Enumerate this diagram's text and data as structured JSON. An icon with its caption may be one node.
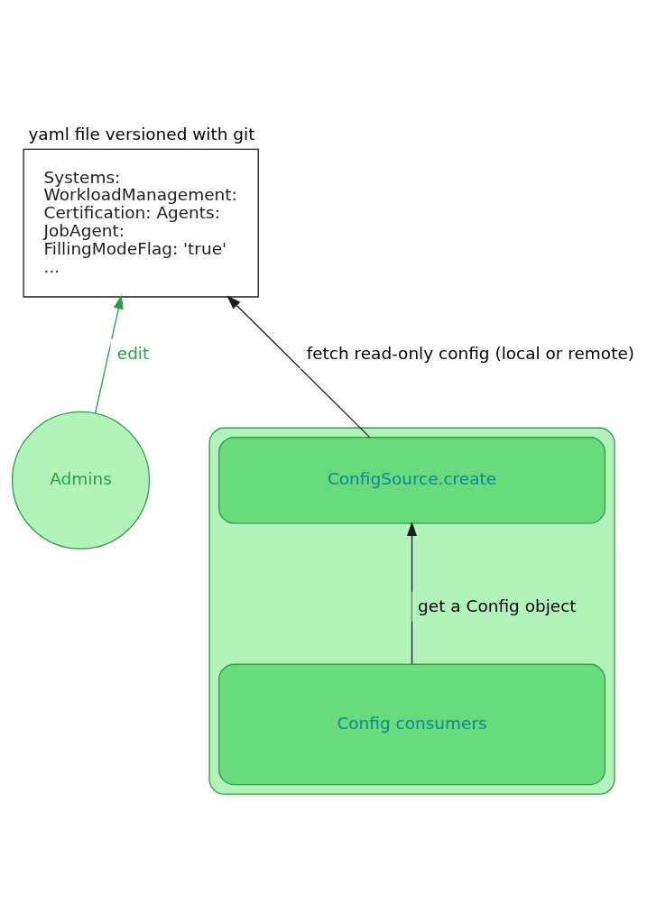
{
  "diagram": {
    "nodes": [
      {
        "text": [
          "yaml file versioned with git",
          "Systems: WorkloadManagement: Certification: Agents: JobAgent: FillingModeFlag: 'true' ..."
        ]
      },
      {
        "text": [
          "Admins"
        ]
      },
      {
        "text": [],
        "shape": "box"
      },
      {
        "text": [
          "ConfigSource.create"
        ],
        "in": 2
      },
      {
        "text": [
          "Config consumers"
        ],
        "in": 2
      }
    ],
    "edges": [
      {
        "from": 1,
        "to": 0,
        "arrow": "to",
        "label": "edit",
        "color": "#2f9e44"
      },
      {
        "from": 3,
        "to": 0,
        "arrow": "to",
        "label": "fetch read-only config (local or remote)"
      },
      {
        "from": 4,
        "to": 3,
        "arrow": "to",
        "label": "get a Config object"
      }
    ]
  }
}
